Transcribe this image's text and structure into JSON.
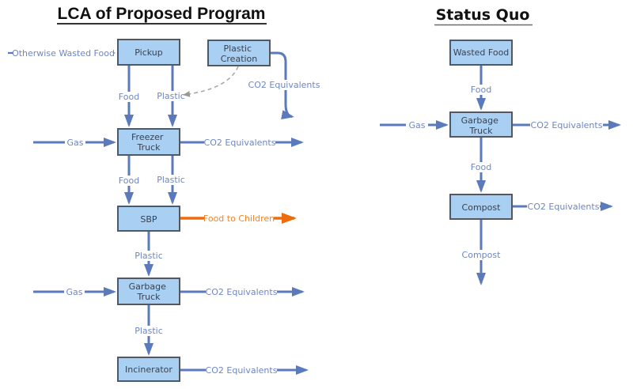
{
  "colors": {
    "line_blue": "#5b7abc",
    "label_blue": "#6e86c4",
    "box_fill": "#a9d0f3",
    "box_border": "#4f5864",
    "box_text": "#3a4150",
    "orange_line": "#ee6c0e",
    "orange_label": "#f0862f",
    "dashed_gray": "#a8a8a8",
    "title_color": "#111111",
    "background": "#ffffff"
  },
  "left": {
    "title": "LCA of Proposed Program",
    "source_label": "Otherwise Wasted Food",
    "boxes": {
      "pickup": "Pickup",
      "plastic_creation": [
        "Plastic",
        "Creation"
      ],
      "freezer_truck": [
        "Freezer",
        "Truck"
      ],
      "sbp": "SBP",
      "garbage_truck": [
        "Garbage",
        "Truck"
      ],
      "incinerator": "Incinerator"
    },
    "flows": {
      "food_pickup": "Food",
      "plastic_pickup": "Plastic",
      "co2_plastic_creation": "CO2 Equivalents",
      "gas_freezer": "Gas",
      "co2_freezer": "CO2 Equivalents",
      "food_freezer": "Food",
      "plastic_freezer": "Plastic",
      "food_to_children": "Food to Children",
      "plastic_sbp": "Plastic",
      "gas_garbage": "Gas",
      "co2_garbage": "CO2 Equivalents",
      "plastic_garbage": "Plastic",
      "co2_incinerator": "CO2 Equivalents"
    }
  },
  "right": {
    "title": "Status Quo",
    "boxes": {
      "wasted_food": "Wasted Food",
      "garbage_truck": [
        "Garbage",
        "Truck"
      ],
      "compost": "Compost"
    },
    "flows": {
      "food_wasted": "Food",
      "gas_garbage": "Gas",
      "co2_garbage": "CO2 Equivalents",
      "food_garbage": "Food",
      "co2_compost": "CO2 Equivalents",
      "compost_out": "Compost"
    }
  }
}
